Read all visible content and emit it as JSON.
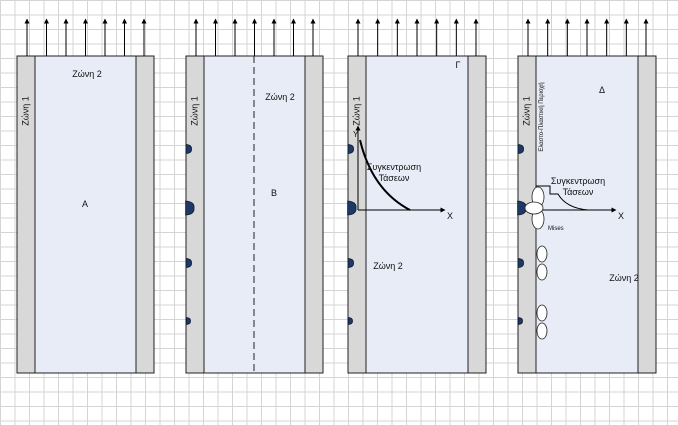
{
  "panels": [
    {
      "id": "A",
      "corner_label": "",
      "letter": "Α",
      "zone1": "Ζώνη 1",
      "zone2_top": "Ζώνη 2",
      "zone2_lower": "",
      "has_dashed": false,
      "concentration": "",
      "axis_x": "",
      "axis_y": "",
      "mises": "",
      "plastic_region": ""
    },
    {
      "id": "B",
      "corner_label": "",
      "letter": "Β",
      "zone1": "Ζώνη 1",
      "zone2_top": "Ζώνη 2",
      "zone2_lower": "",
      "has_dashed": true,
      "concentration": "",
      "axis_x": "",
      "axis_y": "",
      "mises": "",
      "plastic_region": ""
    },
    {
      "id": "C",
      "corner_label": "Γ",
      "letter": "",
      "zone1": "Ζώνη 1",
      "zone2_top": "",
      "zone2_lower": "Ζώνη 2",
      "has_dashed": false,
      "concentration": "Συγκεντρωση Τάσεων",
      "axis_x": "Χ",
      "axis_y": "Υ",
      "mises": "",
      "plastic_region": ""
    },
    {
      "id": "D",
      "corner_label": "Δ",
      "letter": "",
      "zone1": "Ζώνη 1",
      "zone2_top": "",
      "zone2_lower": "Ζώνη 2",
      "has_dashed": false,
      "concentration": "Συγκεντρωση Τάσεων",
      "axis_x": "Χ",
      "axis_y": "",
      "mises": "Mises",
      "plastic_region": "Ελαστο-Πλαστική Περιοχή"
    }
  ],
  "colors": {
    "zone2_fill": "#e7ecf6",
    "zone1_fill": "#d8d8d8",
    "defect_fill": "#1f3864",
    "arrow_color": "#000000"
  }
}
